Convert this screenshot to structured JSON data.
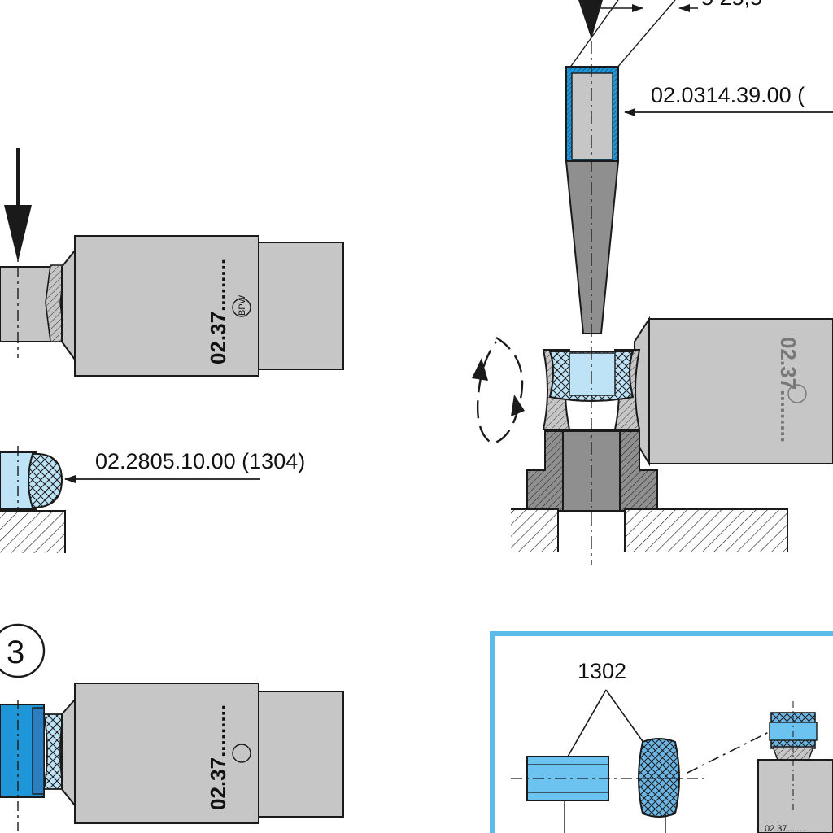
{
  "labels": {
    "dimension_partial": "5  25,5",
    "tool_1": "02.0314.39.00  (",
    "tool_2": "02.2805.10.00  (1304)",
    "step_number": "3",
    "inset_part": "1302",
    "stamp_text": "02.37.........",
    "stamp_text_inset": "02.37........",
    "logo_text": "BPW"
  },
  "colors": {
    "part_gray": "#c6c6c6",
    "dark_gray": "#8f8f8f",
    "bush_blue": "#bfe3f6",
    "bright_blue": "#1e96d8",
    "frame_blue": "#5dbde8",
    "line": "#1a1a1a"
  }
}
